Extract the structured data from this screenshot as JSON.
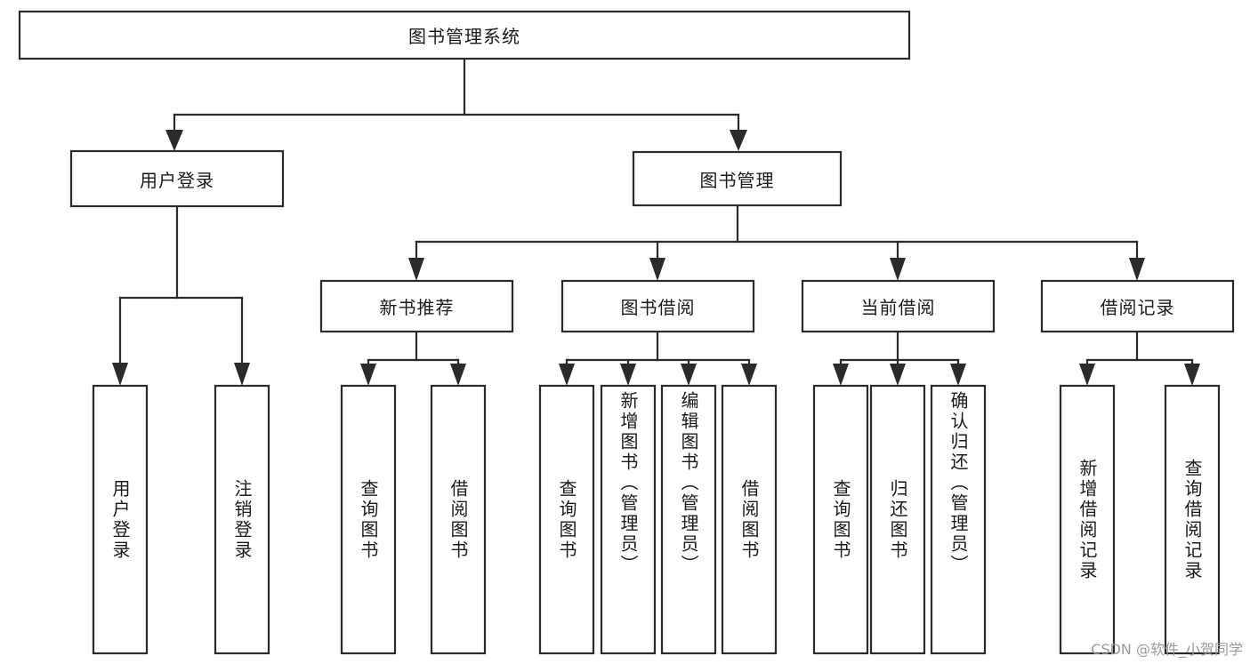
{
  "diagram": {
    "type": "tree-hierarchy",
    "title": "图书管理系统",
    "watermark": "CSDN @软件_小贺同学",
    "levels": {
      "root": {
        "label": "图书管理系统"
      },
      "level2": [
        {
          "id": "user-login",
          "label": "用户登录"
        },
        {
          "id": "book-management",
          "label": "图书管理"
        }
      ],
      "level3": [
        {
          "id": "new-book-recommend",
          "label": "新书推荐",
          "parent": "book-management"
        },
        {
          "id": "book-borrow",
          "label": "图书借阅",
          "parent": "book-management"
        },
        {
          "id": "current-borrow",
          "label": "当前借阅",
          "parent": "book-management"
        },
        {
          "id": "borrow-record",
          "label": "借阅记录",
          "parent": "book-management"
        }
      ],
      "leaves": {
        "user-login": [
          {
            "id": "leaf-user-login",
            "label": "用户登录"
          },
          {
            "id": "leaf-user-logout",
            "label": "注销登录"
          }
        ],
        "new-book-recommend": [
          {
            "id": "leaf-query-book-1",
            "label": "查询图书"
          },
          {
            "id": "leaf-borrow-book-1",
            "label": "借阅图书"
          }
        ],
        "book-borrow": [
          {
            "id": "leaf-query-book-2",
            "label": "查询图书"
          },
          {
            "id": "leaf-add-book",
            "label": "新增图书（管理员）"
          },
          {
            "id": "leaf-edit-book",
            "label": "编辑图书（管理员）"
          },
          {
            "id": "leaf-borrow-book-2",
            "label": "借阅图书"
          }
        ],
        "current-borrow": [
          {
            "id": "leaf-query-book-3",
            "label": "查询图书"
          },
          {
            "id": "leaf-return-book",
            "label": "归还图书"
          },
          {
            "id": "leaf-confirm-return",
            "label": "确认归还（管理员）"
          }
        ],
        "borrow-record": [
          {
            "id": "leaf-add-record",
            "label": "新增借阅记录"
          },
          {
            "id": "leaf-query-record",
            "label": "查询借阅记录"
          }
        ]
      }
    },
    "colors": {
      "box_stroke": "#2b2b2b",
      "box_fill": "#ffffff",
      "text": "#1b1b1b",
      "background": "#ffffff",
      "watermark": "#9a9a9a"
    }
  }
}
